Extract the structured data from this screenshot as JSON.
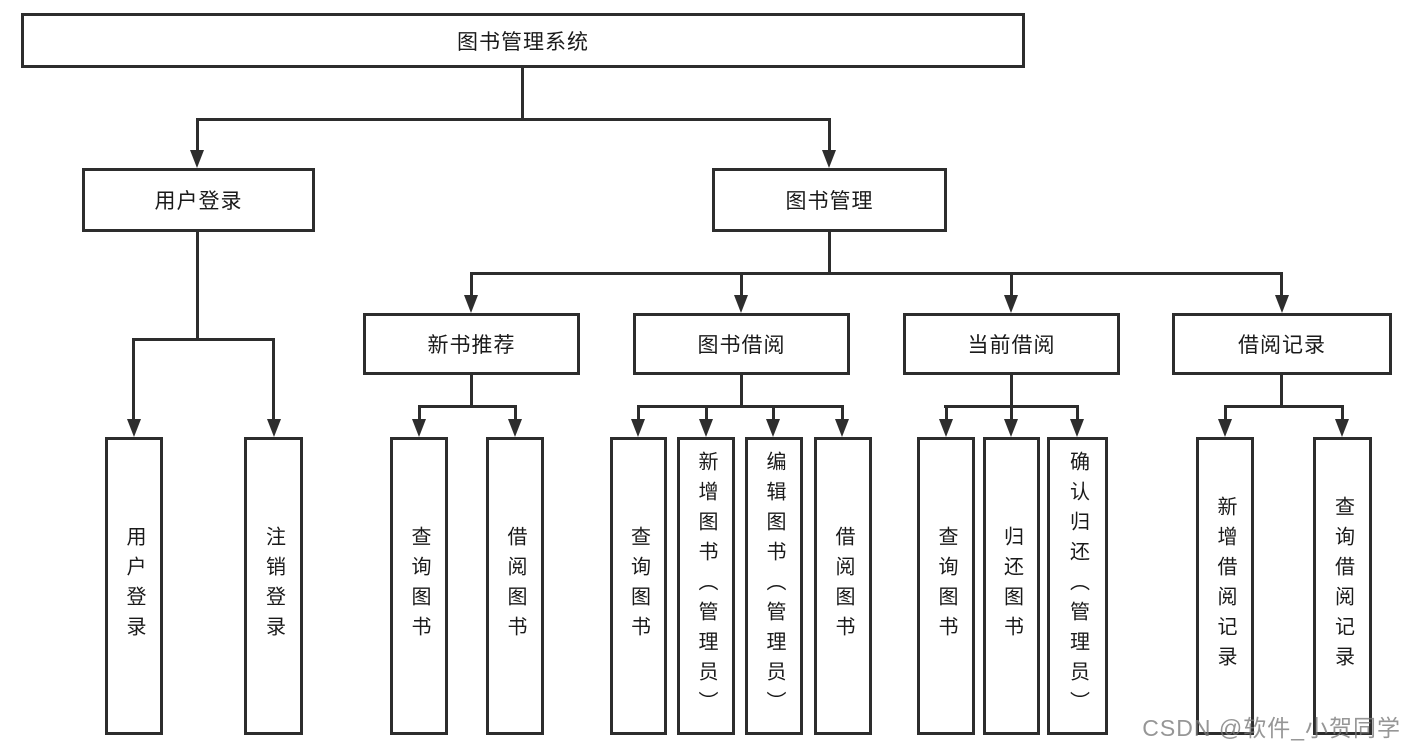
{
  "diagram": {
    "title": "图书管理系统",
    "root": {
      "label": "图书管理系统"
    },
    "level2": [
      {
        "id": "user-login",
        "label": "用户登录"
      },
      {
        "id": "book-mgmt",
        "label": "图书管理"
      }
    ],
    "level3": [
      {
        "id": "new-book-recommend",
        "label": "新书推荐",
        "parent": "图书管理"
      },
      {
        "id": "book-borrow",
        "label": "图书借阅",
        "parent": "图书管理"
      },
      {
        "id": "current-borrow",
        "label": "当前借阅",
        "parent": "图书管理"
      },
      {
        "id": "borrow-records",
        "label": "借阅记录",
        "parent": "图书管理"
      }
    ],
    "leaves": [
      {
        "group": "用户登录",
        "label": "用户登录"
      },
      {
        "group": "用户登录",
        "label": "注销登录"
      },
      {
        "group": "新书推荐",
        "label": "查询图书"
      },
      {
        "group": "新书推荐",
        "label": "借阅图书"
      },
      {
        "group": "图书借阅",
        "label": "查询图书"
      },
      {
        "group": "图书借阅",
        "label": "新增图书（管理员）"
      },
      {
        "group": "图书借阅",
        "label": "编辑图书（管理员）"
      },
      {
        "group": "图书借阅",
        "label": "借阅图书"
      },
      {
        "group": "当前借阅",
        "label": "查询图书"
      },
      {
        "group": "当前借阅",
        "label": "归还图书"
      },
      {
        "group": "当前借阅",
        "label": "确认归还（管理员）"
      },
      {
        "group": "借阅记录",
        "label": "新增借阅记录"
      },
      {
        "group": "借阅记录",
        "label": "查询借阅记录"
      }
    ],
    "colors": {
      "line": "#2d2d2d",
      "box_fill": "#ffffff",
      "text": "#1a1a1a"
    }
  },
  "watermark": {
    "text": "CSDN @软件_小贺同学",
    "color": "#787878"
  }
}
